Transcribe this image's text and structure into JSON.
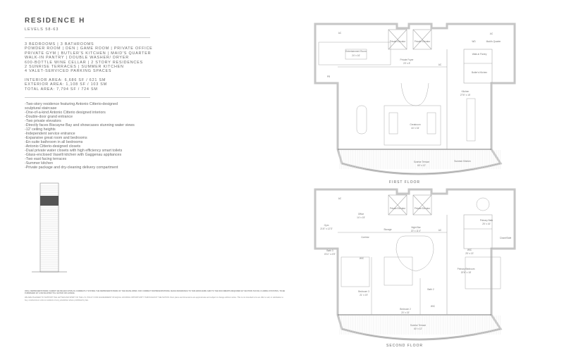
{
  "residence": {
    "title": "RESIDENCE H",
    "levels": "LEVELS 58-63",
    "features": [
      "3 BEDROOMS   |   3 BATHROOMS",
      "POWDER ROOM   |   DEN   |   GAME ROOM   |   PRIVATE OFFICE",
      "PRIVATE GYM   |   BUTLER'S KITCHEN   |   MAID'S QUARTER",
      "WALK-IN PANTRY   |   DOUBLE WASHER/ DRYER",
      "600-BOTTLE WINE CELLAR   |   2 STORY RESIDENCES",
      "2 SUNRISE TERRACES   |   SUMMER KITCHEN",
      "4 VALET-SERVICED PARKING SPACES"
    ],
    "areas": [
      "INTERIOR AREA: 6,686 SF / 621 SM",
      "EXTERIOR AREA: 1,108 SF / 103 SM",
      "TOTAL AREA: 7,794 SF / 724  SM"
    ],
    "bullets": [
      "-Two-story residence featuring Antonio Citterio-designed",
      "  sculptural staircase",
      "-One-of-a-kind Antonio Citterio designed interiors",
      "-Double-door grand entrance",
      "-Two private elevators",
      "-Directly faces Biscayne Bay and showcases stunning water views",
      "-12' ceiling heights",
      "-Independent service entrance",
      "-Expansive great room and bedrooms",
      "-En-suite bathroom in all bedrooms",
      "-Antonio Citterio-designed closets",
      "-Dual private water closets with high efficiency smart toilets",
      "-Glass-enclosed Vaselli kitchen with Gaggenau appliances",
      "-Two east facing terraces",
      "-Summer kitchen",
      "-Private package and dry-cleaning delivery compartment"
    ]
  },
  "disclaimer": {
    "heading": "ORAL REPRESENTATIONS CANNOT BE RELIED UPON AS CORRECTLY STATING THE REPRESENTATIONS OF THE DEVELOPER. FOR CORRECT REPRESENTATIONS, MAKE REFERENCE TO THIS BROCHURE AND TO THE DOCUMENTS REQUIRED BY SECTION 718.503, FLORIDA STATUTES, TO BE FURNISHED BY A DEVELOPER TO A BUYER OR LESSEE.",
    "body": "WE ARE PLEASED TO SUPPORT THE LETTER AND SPIRIT OF THE U.S. POLICY FOR ACHIEVEMENT OF EQUAL HOUSING OPPORTUNITY THROUGHOUT THE NATION. Floor plans and dimensions are approximate and subject to change without notice. This is not intended to be an offer to sell, or solicitation to buy, condominium units to residents of any jurisdiction where prohibited by law."
  },
  "first_floor": {
    "label": "FIRST FLOOR",
    "rooms": [
      {
        "name": "AC"
      },
      {
        "name": "Entertainment Room",
        "dim": "24' x 16'"
      },
      {
        "name": "PR"
      },
      {
        "name": "Private Elevator"
      },
      {
        "name": "Private Elevator"
      },
      {
        "name": "Private Foyer",
        "dim": "20' x 8'"
      },
      {
        "name": "AC"
      },
      {
        "name": "WD"
      },
      {
        "name": "AC"
      },
      {
        "name": "Maid's Quarter"
      },
      {
        "name": "Walk-in Pantry"
      },
      {
        "name": "Butler's Kitchen"
      },
      {
        "name": "Kitchen",
        "dim": "27'6\" x 15'"
      },
      {
        "name": "Greatroom",
        "dim": "44' x 34'"
      },
      {
        "name": "Sunrise Terrace",
        "dim": "60' x 12'"
      },
      {
        "name": "Summer Kitchen"
      }
    ]
  },
  "second_floor": {
    "label": "SECOND FLOOR",
    "rooms": [
      {
        "name": "AC"
      },
      {
        "name": "Office",
        "dim": "14' x 15'"
      },
      {
        "name": "Gym",
        "dim": "21'6\" x 12'3\""
      },
      {
        "name": "Corridor"
      },
      {
        "name": "Private Elevator"
      },
      {
        "name": "Private Elevator"
      },
      {
        "name": "Storage"
      },
      {
        "name": "Night Bar",
        "dim": "20' x 11'4\""
      },
      {
        "name": "AC"
      },
      {
        "name": "Primary Bath",
        "dim": "25' x 16'"
      },
      {
        "name": "Closet/Safe"
      },
      {
        "name": "Bath 3",
        "dim": "8'11\" x 4'8\""
      },
      {
        "name": "WIC"
      },
      {
        "name": "WIC",
        "dim": "25' x 13'"
      },
      {
        "name": "Primary Bedroom",
        "dim": "20'6\" x 18'"
      },
      {
        "name": "Bedroom 3",
        "dim": "21' x 19'"
      },
      {
        "name": "Bedroom 2",
        "dim": "20' x 15'"
      },
      {
        "name": "Bath 2"
      },
      {
        "name": "WIC"
      },
      {
        "name": "Sunrise Terrace",
        "dim": "60' x 12'"
      }
    ]
  },
  "colors": {
    "wall": "#c8c8c8",
    "line": "#9a9a9a",
    "text": "#6a6a6a"
  }
}
